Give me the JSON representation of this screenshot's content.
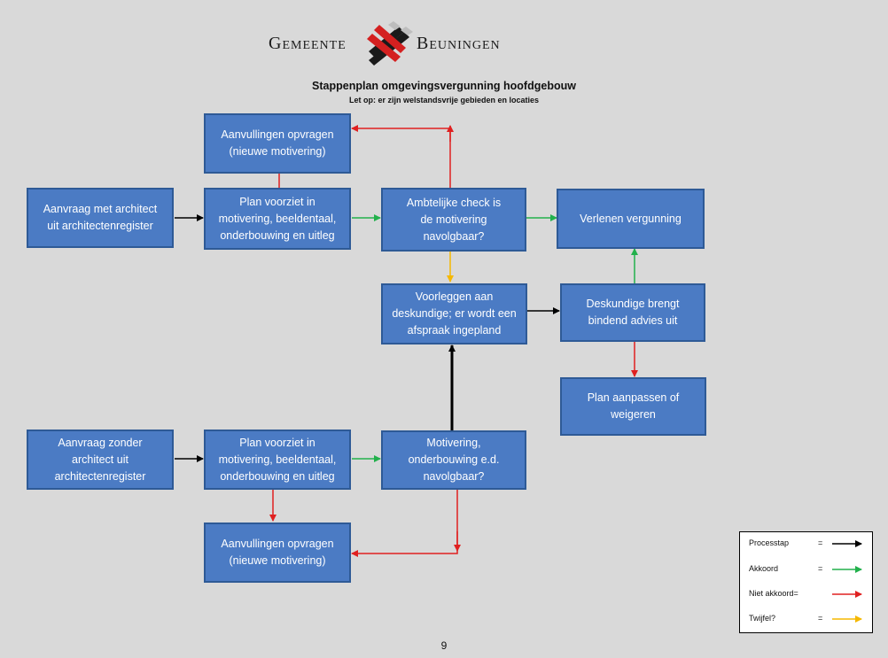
{
  "header": {
    "org_left": "Gemeente",
    "org_right": "Beuningen",
    "title": "Stappenplan omgevingsvergunning hoofdgebouw",
    "subtitle": "Let op: er zijn welstandsvrije gebieden en locaties"
  },
  "boxes": {
    "aanvullingen_top": "Aanvullingen opvragen\n(nieuwe motivering)",
    "aanvraag_met": "Aanvraag met architect\nuit architectenregister",
    "plan_top": "Plan voorziet in\nmotivering, beeldentaal,\nonderbouwing en uitleg",
    "ambtelijke_check": "Ambtelijke check       is\nde motivering\nnavolgbaar?",
    "verlenen": "Verlenen vergunning",
    "voorleggen": "Voorleggen aan\ndeskundige; er wordt een\nafspraak ingepland",
    "deskundige": "Deskundige brengt\nbindend advies uit",
    "plan_aanpassen": "Plan aanpassen of\nweigeren",
    "aanvraag_zonder": "Aanvraag zonder\narchitect uit\narchitectenregister",
    "plan_bottom": "Plan voorziet in\nmotivering, beeldentaal,\nonderbouwing en uitleg",
    "motivering": "Motivering,\nonderbouwing e.d.\nnavolgbaar?",
    "aanvullingen_bottom": "Aanvullingen opvragen\n(nieuwe motivering)"
  },
  "legend": {
    "processtap": "Processtap",
    "akkoord": "Akkoord",
    "niet_akkoord": "Niet akkoord=",
    "twijfel": "Twijfel?",
    "eq": "="
  },
  "colors": {
    "box_fill": "#4b7bc4",
    "process": "#000000",
    "akkoord": "#22b14c",
    "niet_akkoord": "#e02020",
    "twijfel": "#f5b800"
  },
  "page_number": "9"
}
